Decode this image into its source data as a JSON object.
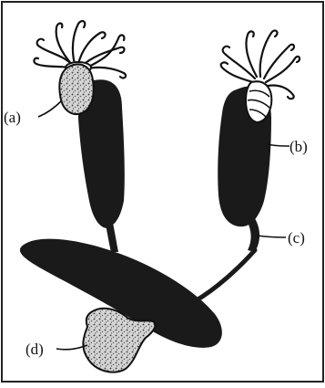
{
  "diagram": {
    "labels": {
      "a": "(a)",
      "b": "(b)",
      "c": "(c)",
      "d": "(d)"
    },
    "colors": {
      "ink": "#111111",
      "dark_fill": "#1a1a1a",
      "stipple_fill": "#c9c9c9",
      "background": "#ffffff",
      "frame": "#222222"
    }
  }
}
